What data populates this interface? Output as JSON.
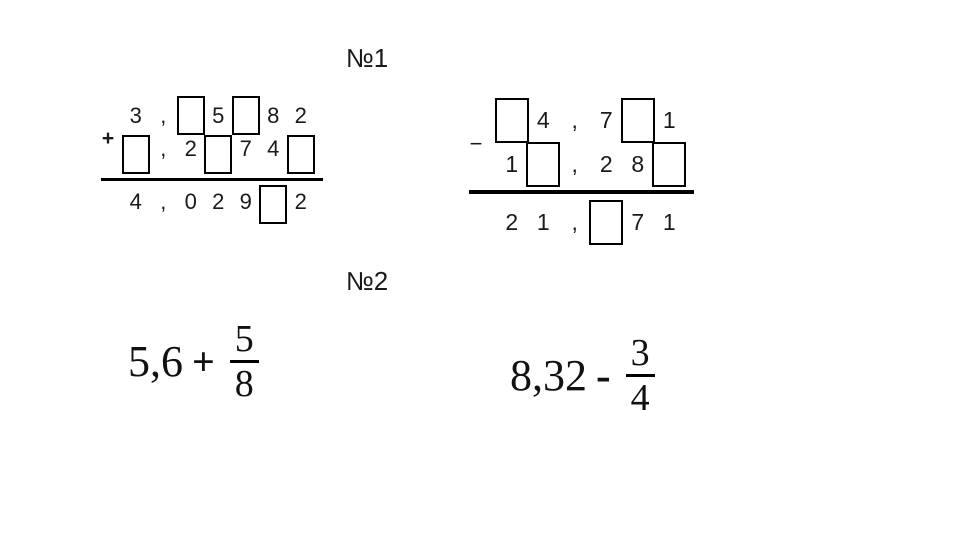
{
  "colors": {
    "ink": "#000000",
    "background": "#ffffff"
  },
  "task1": {
    "label": "№1",
    "addition": {
      "sign": "+",
      "rows": [
        "3,_5_82",
        "_,2_74_",
        "4,029_2"
      ]
    },
    "subtraction": {
      "sign": "−",
      "rows": [
        "_4,7_1",
        "1_,28_",
        "21,_71"
      ]
    }
  },
  "task2": {
    "label": "№2",
    "expressions": [
      {
        "whole": "5,6",
        "operator": "+",
        "numerator": "5",
        "denominator": "8"
      },
      {
        "whole": "8,32",
        "operator": "-",
        "numerator": "3",
        "denominator": "4"
      }
    ]
  }
}
